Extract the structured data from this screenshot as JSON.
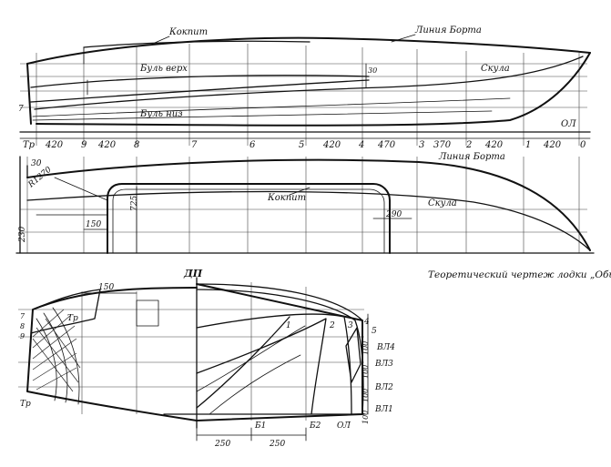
{
  "caption": "Теоретический чертеж лодки „Обь“",
  "profile": {
    "labels": {
      "cockpit": "Кокпит",
      "sheer_line": "Линия Борта",
      "chine": "Скула",
      "wale_top": "Буль верх",
      "wale_bottom": "Буль низ",
      "dim_30": "30",
      "dim_7": "7",
      "base": "ОЛ"
    },
    "stations": [
      "Тр",
      "9",
      "8",
      "7",
      "6",
      "5",
      "4",
      "3",
      "2",
      "1",
      "0"
    ],
    "spacings": [
      "420",
      "420",
      "420",
      "470",
      "370",
      "420",
      "420"
    ]
  },
  "plan": {
    "labels": {
      "sheer_line": "Линия Борта",
      "chine": "Скула",
      "cockpit": "Кокпит",
      "radius": "R1270",
      "dim_30": "30",
      "dim_725": "725",
      "dim_150": "150",
      "dim_230": "230",
      "dim_290": "290"
    }
  },
  "body_plan": {
    "labels": {
      "centerline": "ДП",
      "dim_150": "150",
      "transom": "Тр",
      "transom_lower": "Тр",
      "aft_stations": [
        "7",
        "8",
        "9"
      ],
      "fwd_stations": [
        "1",
        "2",
        "3",
        "4",
        "5"
      ],
      "waterlines": [
        "ВЛ4",
        "ВЛ3",
        "ВЛ2",
        "ВЛ1",
        "ОЛ"
      ],
      "wl_spacing": [
        "100",
        "100",
        "100",
        "100"
      ],
      "buttocks": [
        "Б1",
        "Б2"
      ],
      "buttock_spacing": [
        "250",
        "250"
      ]
    }
  }
}
